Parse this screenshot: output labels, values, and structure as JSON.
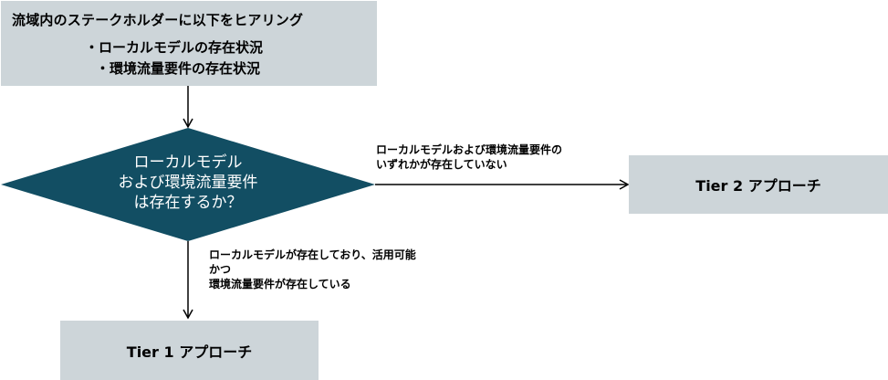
{
  "colors": {
    "box_fill": "#cdd5d9",
    "diamond_fill": "#124e63",
    "diamond_text": "#ffffff",
    "arrow": "#000000"
  },
  "top_box": {
    "title": "流域内のステークホルダーに以下をヒアリング",
    "bullets": [
      "・ローカルモデルの存在状況",
      "・環境流量要件の存在状況"
    ]
  },
  "decision": {
    "lines": [
      "ローカルモデル",
      "および環境流量要件",
      "は存在するか？"
    ]
  },
  "branch_right": {
    "label_lines": [
      "ローカルモデルおよび環境流量要件の",
      "いずれかが存在していない"
    ],
    "target": "Tier 2 アプローチ"
  },
  "branch_down": {
    "label_lines": [
      "ローカルモデルが存在しており、活用可能",
      "かつ",
      "環境流量要件が存在している"
    ],
    "target": "Tier 1 アプローチ"
  }
}
